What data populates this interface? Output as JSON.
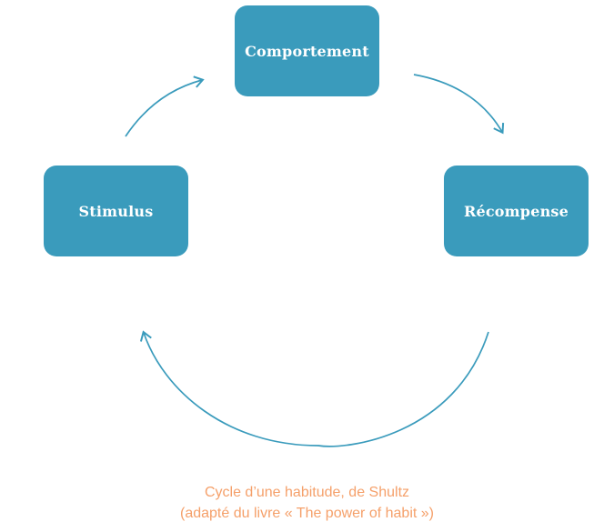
{
  "diagram": {
    "nodes": {
      "top": "Comportement",
      "left": "Stimulus",
      "right": "Récompense"
    },
    "caption": {
      "line1": "Cycle d’une habitude, de Shultz",
      "line2": "(adapté du livre « The power of habit »)"
    },
    "colors": {
      "node_fill": "#3a9bbc",
      "node_text": "#ffffff",
      "arrow": "#3a9bbc",
      "caption": "#f5a06a"
    }
  }
}
